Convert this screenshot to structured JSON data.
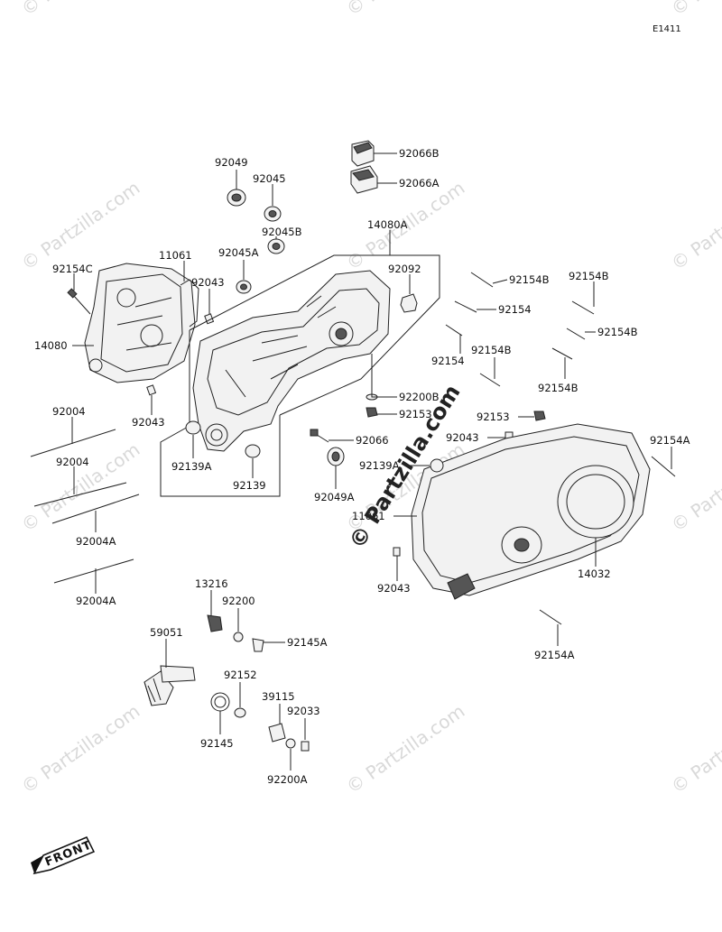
{
  "diagram": {
    "ref_code": "E1411",
    "watermark_text": "© Partzilla.com",
    "front_marker": "FRONT",
    "parts": [
      {
        "id": "p-92066B",
        "label": "92066B"
      },
      {
        "id": "p-92066A",
        "label": "92066A"
      },
      {
        "id": "p-92049",
        "label": "92049"
      },
      {
        "id": "p-92045",
        "label": "92045"
      },
      {
        "id": "p-92045B",
        "label": "92045B"
      },
      {
        "id": "p-92045A",
        "label": "92045A"
      },
      {
        "id": "p-14080A",
        "label": "14080A"
      },
      {
        "id": "p-11061-top",
        "label": "11061"
      },
      {
        "id": "p-92154C",
        "label": "92154C"
      },
      {
        "id": "p-92043-a",
        "label": "92043"
      },
      {
        "id": "p-92092",
        "label": "92092"
      },
      {
        "id": "p-14080",
        "label": "14080"
      },
      {
        "id": "p-92043-b",
        "label": "92043"
      },
      {
        "id": "p-92004-a",
        "label": "92004"
      },
      {
        "id": "p-92004-b",
        "label": "92004"
      },
      {
        "id": "p-92004A-a",
        "label": "92004A"
      },
      {
        "id": "p-92004A-b",
        "label": "92004A"
      },
      {
        "id": "p-92139A-left",
        "label": "92139A"
      },
      {
        "id": "p-92139",
        "label": "92139"
      },
      {
        "id": "p-92066",
        "label": "92066"
      },
      {
        "id": "p-92049A",
        "label": "92049A"
      },
      {
        "id": "p-92200B",
        "label": "92200B"
      },
      {
        "id": "p-92153-a",
        "label": "92153"
      },
      {
        "id": "p-92154B-a",
        "label": "92154B"
      },
      {
        "id": "p-92154B-b",
        "label": "92154B"
      },
      {
        "id": "p-92154",
        "label": "92154"
      },
      {
        "id": "p-92154-b",
        "label": "92154"
      },
      {
        "id": "p-92154B-c",
        "label": "92154B"
      },
      {
        "id": "p-92154B-d",
        "label": "92154B"
      },
      {
        "id": "p-92154B-e",
        "label": "92154B"
      },
      {
        "id": "p-92153-b",
        "label": "92153"
      },
      {
        "id": "p-92043-c",
        "label": "92043"
      },
      {
        "id": "p-92154A-a",
        "label": "92154A"
      },
      {
        "id": "p-92139A-right",
        "label": "92139A"
      },
      {
        "id": "p-11061-right",
        "label": "11061"
      },
      {
        "id": "p-14032",
        "label": "14032"
      },
      {
        "id": "p-92043-d",
        "label": "92043"
      },
      {
        "id": "p-13216",
        "label": "13216"
      },
      {
        "id": "p-92200",
        "label": "92200"
      },
      {
        "id": "p-59051",
        "label": "59051"
      },
      {
        "id": "p-92145A",
        "label": "92145A"
      },
      {
        "id": "p-92152",
        "label": "92152"
      },
      {
        "id": "p-39115",
        "label": "39115"
      },
      {
        "id": "p-92033",
        "label": "92033"
      },
      {
        "id": "p-92145",
        "label": "92145"
      },
      {
        "id": "p-92200A",
        "label": "92200A"
      },
      {
        "id": "p-92154A-b",
        "label": "92154A"
      }
    ]
  }
}
